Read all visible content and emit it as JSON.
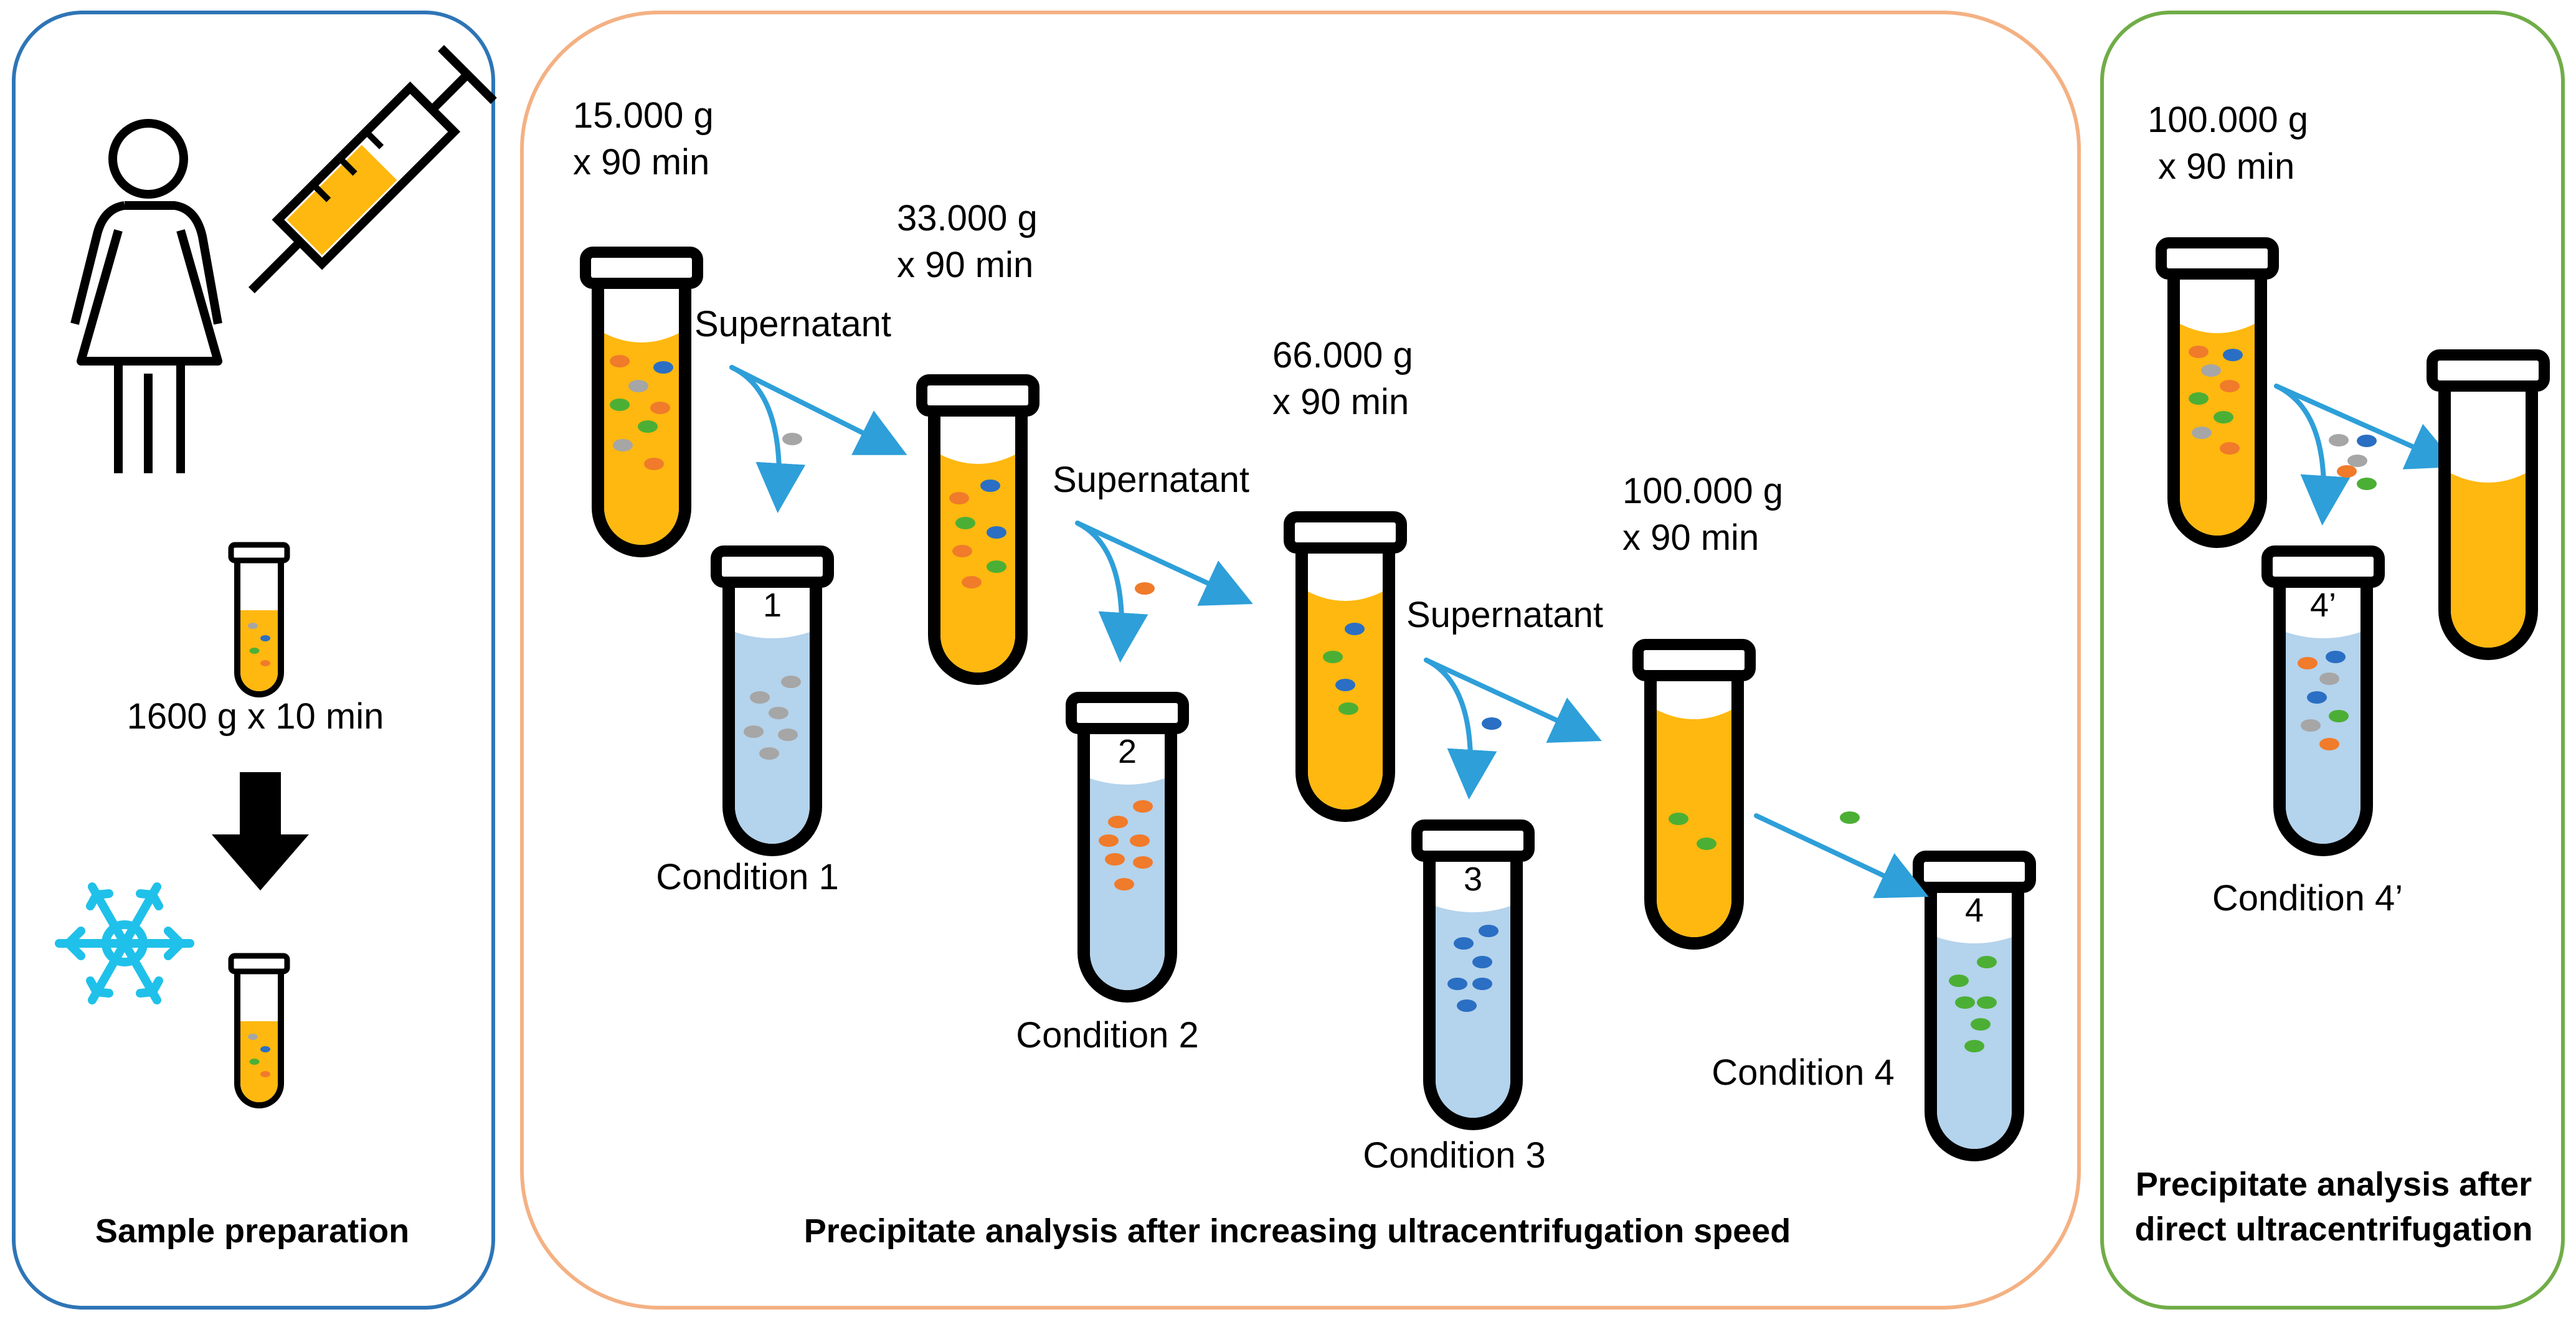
{
  "panels": {
    "left": {
      "title": "Sample preparation",
      "step_label": "1600 g x 10 min",
      "border_color": "#2e75b6"
    },
    "middle": {
      "title": "Precipitate analysis after increasing ultracentrifugation speed",
      "border_color": "#f4b183",
      "speeds": [
        {
          "line1": "15.000 g",
          "line2": "x 90 min"
        },
        {
          "line1": "33.000 g",
          "line2": "x 90 min"
        },
        {
          "line1": "66.000 g",
          "line2": "x 90 min"
        },
        {
          "line1": "100.000 g",
          "line2": "x 90 min"
        }
      ],
      "supernatant_label": "Supernatant",
      "conditions": [
        "Condition 1",
        "Condition 2",
        "Condition 3",
        "Condition 4"
      ],
      "tube_numbers": [
        "1",
        "2",
        "3",
        "4"
      ]
    },
    "right": {
      "title_line1": "Precipitate analysis after",
      "title_line2": "direct ultracentrifugation",
      "border_color": "#70ad47",
      "speed": {
        "line1": "100.000 g",
        "line2": "x 90 min"
      },
      "condition": "Condition 4’",
      "tube_number": "4’"
    }
  },
  "colors": {
    "plasma": "#ffb80f",
    "pellet_liquid": "#b4d3ec",
    "arrow": "#2e9fd9",
    "snowflake": "#1fc1ea",
    "particle_gray": "#a6a6a6",
    "particle_orange": "#f07b2b",
    "particle_blue": "#2a6fc4",
    "particle_green": "#4caf35"
  },
  "icons": [
    "woman-icon",
    "syringe-icon",
    "snowflake-icon",
    "down-arrow-icon"
  ]
}
